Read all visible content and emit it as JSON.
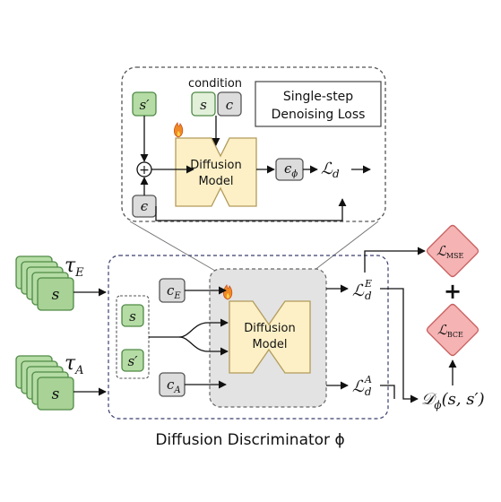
{
  "diagram": {
    "caption": "Diffusion Discriminator ϕ",
    "inset": {
      "condition_label": "condition",
      "loss_title_line1": "Single-step",
      "loss_title_line2": "Denoising Loss",
      "s_prime": "s′",
      "s": "s",
      "c": "c",
      "epsilon": "ϵ",
      "eps_phi_main": "ϵ",
      "eps_phi_sub": "ϕ",
      "plus": "+",
      "model_line1": "Diffusion",
      "model_line2": "Model",
      "loss_main": "ℒ",
      "loss_sub": "d"
    },
    "main": {
      "tau_e_main": "τ",
      "tau_e_sub": "E",
      "tau_a_main": "τ",
      "tau_a_sub": "A",
      "stack_s": "s",
      "in_s": "s",
      "in_s_prime": "s′",
      "c_e_main": "c",
      "c_e_sub": "E",
      "c_a_main": "c",
      "c_a_sub": "A",
      "model_line1": "Diffusion",
      "model_line2": "Model",
      "loss_e_main": "ℒ",
      "loss_e_sub": "d",
      "loss_e_sup": "E",
      "loss_a_main": "ℒ",
      "loss_a_sub": "d",
      "loss_a_sup": "A",
      "mse_main": "ℒ",
      "mse_sub": "MSE",
      "bce_main": "ℒ",
      "bce_sub": "BCE",
      "plus": "+",
      "d_phi_main": "𝒟",
      "d_phi_sub": "ϕ",
      "d_phi_args": "(s, s′)"
    },
    "colors": {
      "green_fill": "#b5dca5",
      "green_stroke": "#4f8a45",
      "green_light": "#e2f0da",
      "yellow_fill": "#fdf0c6",
      "yellow_stroke": "#b39b5a",
      "gray_fill": "#e3e3e3",
      "pink_fill": "#f5b3b3",
      "pink_stroke": "#c85f5f",
      "navy": "#3a3f6e"
    }
  }
}
